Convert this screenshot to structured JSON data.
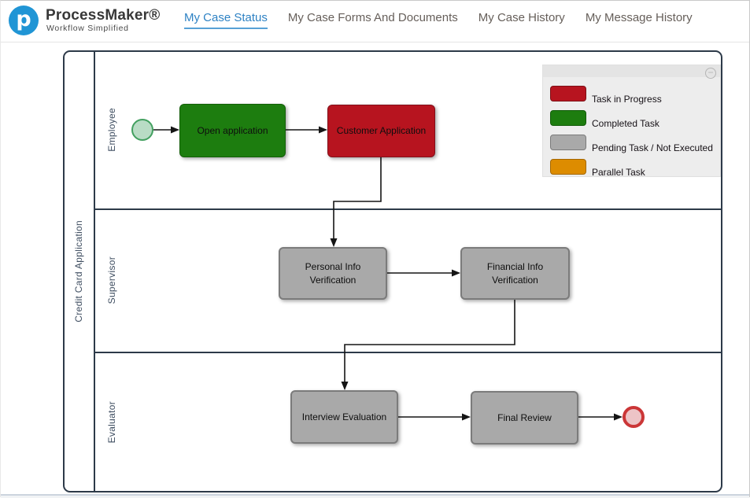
{
  "header": {
    "logo_glyph": "p",
    "brand": "ProcessMaker®",
    "tagline": "Workflow Simplified",
    "accent_color": "#2e82c4",
    "tabs": [
      {
        "label": "My Case Status",
        "active": true
      },
      {
        "label": "My Case Forms And Documents",
        "active": false
      },
      {
        "label": "My Case History",
        "active": false
      },
      {
        "label": "My Message History",
        "active": false
      }
    ]
  },
  "diagram": {
    "pool_label": "Credit Card Application",
    "lanes": [
      {
        "label": "Employee"
      },
      {
        "label": "Supervisor"
      },
      {
        "label": "Evaluator"
      }
    ],
    "tasks": [
      {
        "label": "Open application",
        "status": "completed",
        "color": "#1d7d0f"
      },
      {
        "label": "Customer Application",
        "status": "in_progress",
        "color": "#b7141f"
      },
      {
        "label": "Personal Info Verification",
        "status": "pending",
        "color": "#a9a9a9"
      },
      {
        "label": "Financial Info Verification",
        "status": "pending",
        "color": "#a9a9a9"
      },
      {
        "label": "Interview Evaluation",
        "status": "pending",
        "color": "#a9a9a9"
      },
      {
        "label": "Final Review",
        "status": "pending",
        "color": "#a9a9a9"
      }
    ],
    "events": [
      {
        "type": "start",
        "fill": "#b9dcc5",
        "stroke": "#43a060"
      },
      {
        "type": "end",
        "fill": "#edc4c6",
        "stroke": "#cb3637"
      }
    ]
  },
  "legend": {
    "collapse_glyph": "−",
    "items": [
      {
        "label": "Task in Progress",
        "color": "#b7141f"
      },
      {
        "label": "Completed Task",
        "color": "#1d7d0f"
      },
      {
        "label": "Pending Task / Not Executed",
        "color": "#a9a9a9"
      },
      {
        "label": "Parallel Task",
        "color": "#dd8c00"
      }
    ]
  }
}
